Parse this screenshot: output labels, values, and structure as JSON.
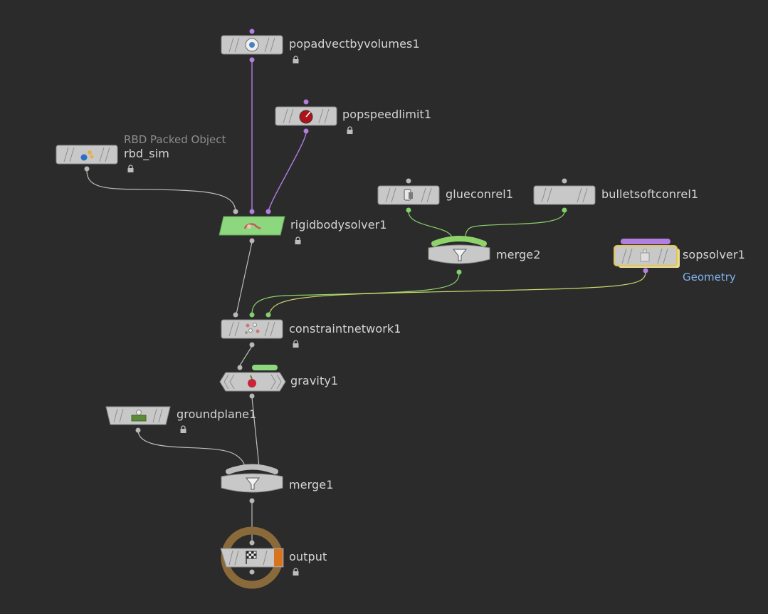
{
  "network": {
    "nodes": [
      {
        "id": "popadvect",
        "name": "popadvectbyvolumes1",
        "icon": "pop-advect-icon"
      },
      {
        "id": "popspeed",
        "name": "popspeedlimit1",
        "icon": "speed-gauge-icon"
      },
      {
        "id": "rbd",
        "name": "rbd_sim",
        "subtitle": "RBD Packed Object",
        "icon": "rbd-object-icon"
      },
      {
        "id": "rigid",
        "name": "rigidbodysolver1",
        "icon": "rigid-solver-icon"
      },
      {
        "id": "glue",
        "name": "glueconrel1",
        "icon": "glue-constraint-icon"
      },
      {
        "id": "bullet",
        "name": "bulletsoftconrel1",
        "icon": ""
      },
      {
        "id": "merge2",
        "name": "merge2",
        "icon": "funnel-icon"
      },
      {
        "id": "sopsolver",
        "name": "sopsolver1",
        "ext_label": "Geometry",
        "icon": "sop-solver-icon"
      },
      {
        "id": "constraint",
        "name": "constraintnetwork1",
        "icon": "constraint-network-icon"
      },
      {
        "id": "gravity",
        "name": "gravity1",
        "icon": "apple-gravity-icon"
      },
      {
        "id": "groundplane",
        "name": "groundplane1",
        "icon": "ground-plane-icon"
      },
      {
        "id": "merge1",
        "name": "merge1",
        "icon": "funnel-icon"
      },
      {
        "id": "output",
        "name": "output",
        "icon": "checkered-flag-icon"
      }
    ],
    "colors": {
      "background": "#2b2b2b",
      "node_fill": "#c8c8c8",
      "node_selected_fill": "#8dd77f",
      "wire_gray": "#bdbdbd",
      "wire_purple": "#b07fe0",
      "wire_green": "#8ed36a",
      "wire_yellow": "#cdd56a",
      "port_purple": "#b07fe0",
      "port_green": "#7fd36a",
      "port_gray": "#b8b8b8",
      "label": "#d6d6d6",
      "ext_label": "#7fb2ee",
      "sopsolver_outline": "#e3c64a",
      "output_ring": "#8a6a3a",
      "output_flag": "#d9731c"
    }
  }
}
